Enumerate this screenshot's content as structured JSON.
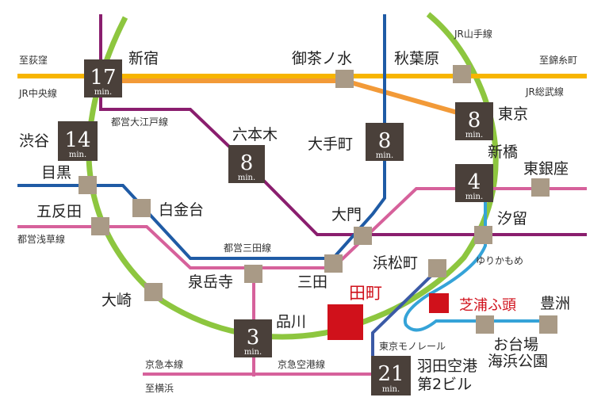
{
  "colors": {
    "yamanote": "#8dc63f",
    "chuo": "#f7b500",
    "sobu_orange": "#f29a38",
    "oedo": "#8a1e6e",
    "mita": "#1f5ba5",
    "asakusa": "#d6619b",
    "station": "#a99a86",
    "time_box": "#4a403a",
    "highlight": "#d0111b",
    "yurikamome": "#35a3d8",
    "monorail": "#3b5aa6"
  },
  "lines": {
    "yamanote": "JR山手線",
    "sobu": "JR総武線",
    "chuo": "JR中央線",
    "oedo": "都営大江戸線",
    "mita": "都営三田線",
    "asakusa": "都営浅草線",
    "yurikamome": "ゆりかもめ",
    "monorail": "東京モノレール",
    "keikyu_main": "京急本線",
    "keikyu_airport": "京急空港線"
  },
  "destinations": {
    "ogikubo": "至荻窪",
    "kinshicho": "至錦糸町",
    "yokohama": "至横浜"
  },
  "stations": {
    "shinjuku": "新宿",
    "ochanomizu": "御茶ノ水",
    "akihabara": "秋葉原",
    "shibuya": "渋谷",
    "roppongi": "六本木",
    "otemachi": "大手町",
    "tokyo": "東京",
    "shinbashi": "新橋",
    "higashiginza": "東銀座",
    "meguro": "目黒",
    "shirokanedai": "白金台",
    "gotanda": "五反田",
    "daimon": "大門",
    "shiodome": "汐留",
    "hamamatsucho": "浜松町",
    "sengakuji": "泉岳寺",
    "mita": "三田",
    "osaki": "大崎",
    "shinagawa": "品川",
    "tamachi": "田町",
    "shibaura_futo": "芝浦ふ頭",
    "toyosu": "豊洲",
    "odaiba_line1": "お台場",
    "odaiba_line2": "海浜公園",
    "haneda_line1": "羽田空港",
    "haneda_line2": "第2ビル"
  },
  "times": {
    "shinjuku": "17",
    "shibuya": "14",
    "roppongi": "8",
    "otemachi": "8",
    "tokyo": "8",
    "shinbashi": "4",
    "shinagawa": "3",
    "haneda": "21",
    "unit": "min."
  }
}
